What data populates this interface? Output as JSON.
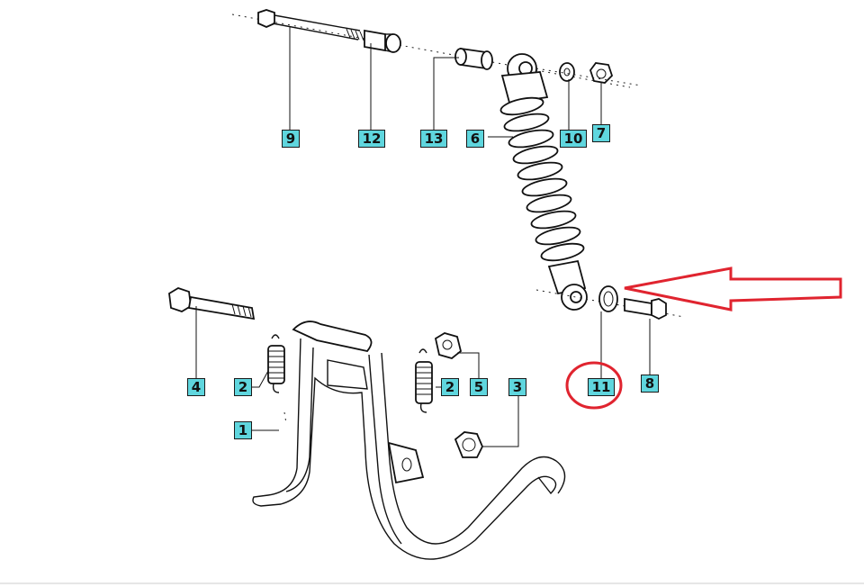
{
  "diagram": {
    "callouts": [
      {
        "id": "c9",
        "label": "9"
      },
      {
        "id": "c12",
        "label": "12"
      },
      {
        "id": "c13",
        "label": "13"
      },
      {
        "id": "c6",
        "label": "6"
      },
      {
        "id": "c10",
        "label": "10"
      },
      {
        "id": "c7",
        "label": "7"
      },
      {
        "id": "c4",
        "label": "4"
      },
      {
        "id": "c2a",
        "label": "2"
      },
      {
        "id": "c2b",
        "label": "2"
      },
      {
        "id": "c5",
        "label": "5"
      },
      {
        "id": "c3",
        "label": "3"
      },
      {
        "id": "c1",
        "label": "1"
      },
      {
        "id": "c11",
        "label": "11"
      },
      {
        "id": "c8",
        "label": "8"
      }
    ],
    "highlight": {
      "arrow_color": "#e0242f",
      "circle_color": "#e0242f",
      "highlighted_part": "11"
    },
    "callout_color": "#5fd6de"
  }
}
